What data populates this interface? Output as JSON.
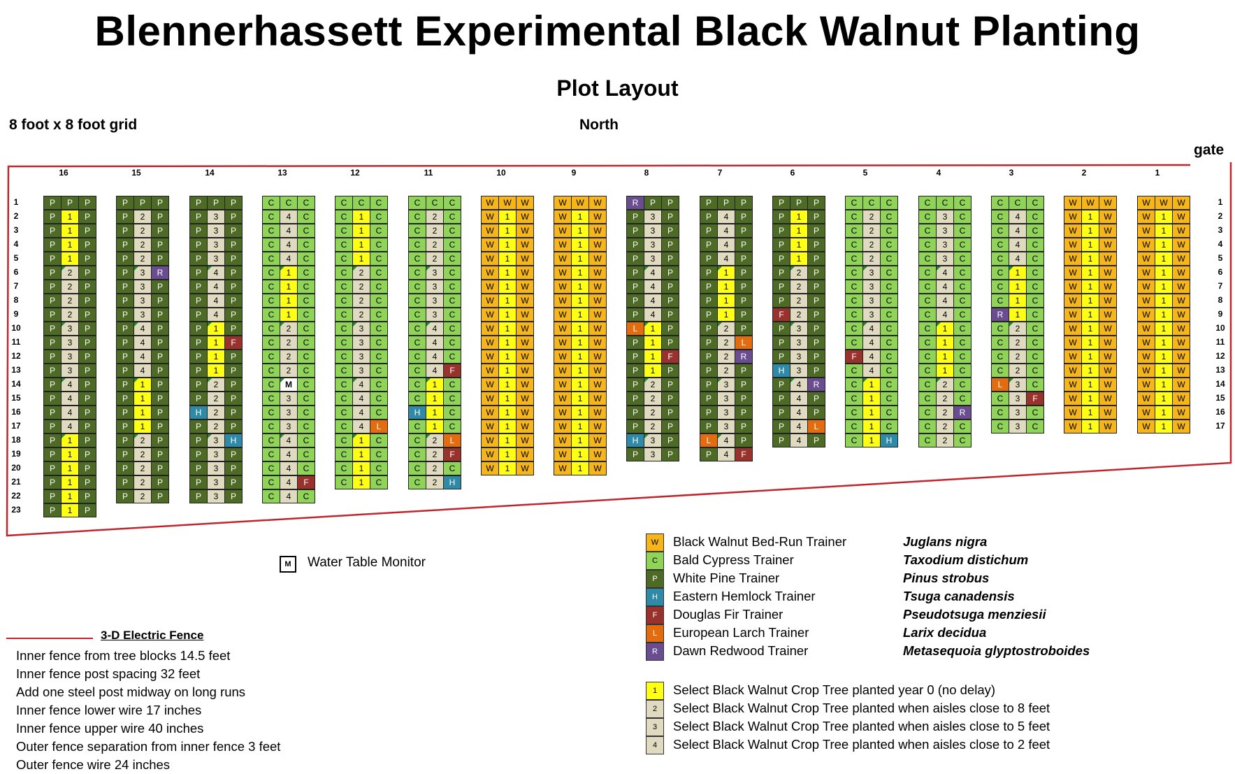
{
  "header": {
    "title": "Blennerhassett Experimental Black Walnut Planting",
    "subtitle": "Plot Layout",
    "grid_note": "8 foot x 8 foot grid",
    "north_label": "North",
    "gate_label": "gate"
  },
  "row_numbers": [
    "1",
    "2",
    "3",
    "4",
    "5",
    "6",
    "7",
    "8",
    "9",
    "10",
    "11",
    "12",
    "13",
    "14",
    "15",
    "16",
    "17",
    "18",
    "19",
    "20",
    "21",
    "22",
    "23"
  ],
  "right_row_numbers": [
    "1",
    "2",
    "3",
    "4",
    "5",
    "6",
    "7",
    "8",
    "9",
    "10",
    "11",
    "12",
    "13",
    "14",
    "15",
    "16",
    "17"
  ],
  "blocks": [
    {
      "label": "16",
      "rows": [
        "PPP",
        "P1P",
        "P1P",
        "P1P",
        "P1P",
        "P2P",
        "P2P",
        "P2P",
        "P2P",
        "P3P",
        "P3P",
        "P3P",
        "P3P",
        "P4P",
        "P4P",
        "P4P",
        "P4P",
        "P1P",
        "P1P",
        "P1P",
        "P1P",
        "P1P",
        "P1P"
      ],
      "corners": [
        6,
        10,
        14,
        18
      ]
    },
    {
      "label": "15",
      "rows": [
        "PPP",
        "P2P",
        "P2P",
        "P2P",
        "P2P",
        "P3R",
        "P3P",
        "P3P",
        "P3P",
        "P4P",
        "P4P",
        "P4P",
        "P4P",
        "P1P",
        "P1P",
        "P1P",
        "P1P",
        "P2P",
        "P2P",
        "P2P",
        "P2P",
        "P2P"
      ],
      "corners": [
        6,
        10,
        14,
        18
      ]
    },
    {
      "label": "14",
      "rows": [
        "PPP",
        "P3P",
        "P3P",
        "P3P",
        "P3P",
        "P4P",
        "P4P",
        "P4P",
        "P4P",
        "P1P",
        "P1F",
        "P1P",
        "P1P",
        "P2P",
        "P2P",
        "H2P",
        "P2P",
        "P3H",
        "P3P",
        "P3P",
        "P3P",
        "P3P"
      ],
      "corners": [
        6,
        10,
        14,
        18
      ]
    },
    {
      "label": "13",
      "rows": [
        "CCC",
        "C4C",
        "C4C",
        "C4C",
        "C4C",
        "C1C",
        "C1C",
        "C1C",
        "C1C",
        "C2C",
        "C2C",
        "C2C",
        "C2C",
        "CMC",
        "C3C",
        "C3C",
        "C3C",
        "C4C",
        "C4C",
        "C4C",
        "C4F",
        "C4C"
      ],
      "corners": [
        6,
        10,
        14,
        18
      ]
    },
    {
      "label": "12",
      "rows": [
        "CCC",
        "C1C",
        "C1C",
        "C1C",
        "C1C",
        "C2C",
        "C2C",
        "C2C",
        "C2C",
        "C3C",
        "C3C",
        "C3C",
        "C3C",
        "C4C",
        "C4C",
        "C4C",
        "C4L",
        "C1C",
        "C1C",
        "C1C",
        "C1C"
      ],
      "corners": [
        6,
        10,
        14,
        18
      ]
    },
    {
      "label": "11",
      "rows": [
        "CCC",
        "C2C",
        "C2C",
        "C2C",
        "C2C",
        "C3C",
        "C3C",
        "C3C",
        "C3C",
        "C4C",
        "C4C",
        "C4C",
        "C4F",
        "C1C",
        "C1C",
        "H1C",
        "C1C",
        "C2L",
        "C2F",
        "C2C",
        "C2H"
      ],
      "corners": [
        6,
        10,
        14,
        18
      ]
    },
    {
      "label": "10",
      "rows": [
        "WWW",
        "W1W",
        "W1W",
        "W1W",
        "W1W",
        "W1W",
        "W1W",
        "W1W",
        "W1W",
        "W1W",
        "W1W",
        "W1W",
        "W1W",
        "W1W",
        "W1W",
        "W1W",
        "W1W",
        "W1W",
        "W1W",
        "W1W"
      ],
      "corners": []
    },
    {
      "label": "9",
      "rows": [
        "WWW",
        "W1W",
        "W1W",
        "W1W",
        "W1W",
        "W1W",
        "W1W",
        "W1W",
        "W1W",
        "W1W",
        "W1W",
        "W1W",
        "W1W",
        "W1W",
        "W1W",
        "W1W",
        "W1W",
        "W1W",
        "W1W",
        "W1W"
      ],
      "corners": []
    },
    {
      "label": "8",
      "rows": [
        "RPP",
        "P3P",
        "P3P",
        "P3P",
        "P3P",
        "P4P",
        "P4P",
        "P4P",
        "P4P",
        "L1P",
        "P1P",
        "P1F",
        "P1P",
        "P2P",
        "P2P",
        "P2P",
        "P2P",
        "H3P",
        "P3P"
      ],
      "corners": [
        6,
        10,
        14,
        18
      ]
    },
    {
      "label": "7",
      "rows": [
        "PPP",
        "P4P",
        "P4P",
        "P4P",
        "P4P",
        "P1P",
        "P1P",
        "P1P",
        "P1P",
        "P2P",
        "P2L",
        "P2R",
        "P2P",
        "P3P",
        "P3P",
        "P3P",
        "P3P",
        "L4P",
        "P4F"
      ],
      "corners": [
        6,
        10,
        14,
        18
      ]
    },
    {
      "label": "6",
      "rows": [
        "PPP",
        "P1P",
        "P1P",
        "P1P",
        "P1P",
        "P2P",
        "P2P",
        "P2P",
        "F2P",
        "P3P",
        "P3P",
        "P3P",
        "H3P",
        "P4R",
        "P4P",
        "P4P",
        "P4L",
        "P4P"
      ],
      "corners": [
        6,
        10,
        14
      ]
    },
    {
      "label": "5",
      "rows": [
        "CCC",
        "C2C",
        "C2C",
        "C2C",
        "C2C",
        "C3C",
        "C3C",
        "C3C",
        "C3C",
        "C4C",
        "C4C",
        "F4C",
        "C4C",
        "C1C",
        "C1C",
        "C1C",
        "C1C",
        "C1H"
      ],
      "corners": [
        6,
        10,
        14
      ]
    },
    {
      "label": "4",
      "rows": [
        "CCC",
        "C3C",
        "C3C",
        "C3C",
        "C3C",
        "C4C",
        "C4C",
        "C4C",
        "C4C",
        "C1C",
        "C1C",
        "C1C",
        "C1C",
        "C2C",
        "C2C",
        "C2R",
        "C2C",
        "C2C"
      ],
      "corners": [
        6,
        10,
        14
      ]
    },
    {
      "label": "3",
      "rows": [
        "CCC",
        "C4C",
        "C4C",
        "C4C",
        "C4C",
        "C1C",
        "C1C",
        "C1C",
        "R1C",
        "C2C",
        "C2C",
        "C2C",
        "C2C",
        "L3C",
        "C3F",
        "C3C",
        "C3C"
      ],
      "corners": [
        6,
        10,
        14
      ]
    },
    {
      "label": "2",
      "rows": [
        "WWW",
        "W1W",
        "W1W",
        "W1W",
        "W1W",
        "W1W",
        "W1W",
        "W1W",
        "W1W",
        "W1W",
        "W1W",
        "W1W",
        "W1W",
        "W1W",
        "W1W",
        "W1W",
        "W1W"
      ],
      "corners": []
    },
    {
      "label": "1",
      "rows": [
        "WWW",
        "W1W",
        "W1W",
        "W1W",
        "W1W",
        "W1W",
        "W1W",
        "W1W",
        "W1W",
        "W1W",
        "W1W",
        "W1W",
        "W1W",
        "W1W",
        "W1W",
        "W1W",
        "W1W"
      ],
      "corners": []
    }
  ],
  "monitor": {
    "symbol": "M",
    "label": "Water Table Monitor"
  },
  "fence": {
    "heading": "3-D Electric Fence",
    "notes": [
      "Inner fence from tree blocks 14.5 feet",
      "Inner fence post spacing 32 feet",
      "Add one steel post midway on long runs",
      "Inner fence lower wire 17 inches",
      "Inner fence upper wire 40 inches",
      "Outer fence separation from inner fence 3 feet",
      "Outer fence wire 24 inches"
    ]
  },
  "legend": {
    "species": [
      {
        "code": "W",
        "label": "Black Walnut Bed-Run Trainer",
        "latin": "Juglans nigra"
      },
      {
        "code": "C",
        "label": "Bald Cypress Trainer",
        "latin": "Taxodium distichum"
      },
      {
        "code": "P",
        "label": "White Pine Trainer",
        "latin": "Pinus strobus"
      },
      {
        "code": "H",
        "label": "Eastern Hemlock Trainer",
        "latin": "Tsuga canadensis"
      },
      {
        "code": "F",
        "label": "Douglas Fir Trainer",
        "latin": "Pseudotsuga menziesii"
      },
      {
        "code": "L",
        "label": "European Larch Trainer",
        "latin": "Larix decidua"
      },
      {
        "code": "R",
        "label": "Dawn Redwood Trainer",
        "latin": "Metasequoia glyptostroboides"
      }
    ],
    "crop_trees": [
      {
        "code": "1",
        "label": "Select Black Walnut Crop Tree planted year 0 (no delay)"
      },
      {
        "code": "2",
        "label": "Select Black Walnut Crop Tree planted when aisles close to 8 feet"
      },
      {
        "code": "3",
        "label": "Select Black Walnut Crop Tree planted when aisles close to 5 feet"
      },
      {
        "code": "4",
        "label": "Select Black Walnut Crop Tree planted when aisles close to 2 feet"
      }
    ]
  },
  "colors": {
    "W": "#f6b619",
    "C": "#8fd456",
    "P": "#4e6b25",
    "H": "#2e8aa6",
    "F": "#99312c",
    "L": "#e26c0e",
    "R": "#6a4d91",
    "1": "#ffff14",
    "2": "#e0dac0",
    "3": "#e0dac0",
    "4": "#e0dac0",
    "fence": "#c0262d"
  }
}
